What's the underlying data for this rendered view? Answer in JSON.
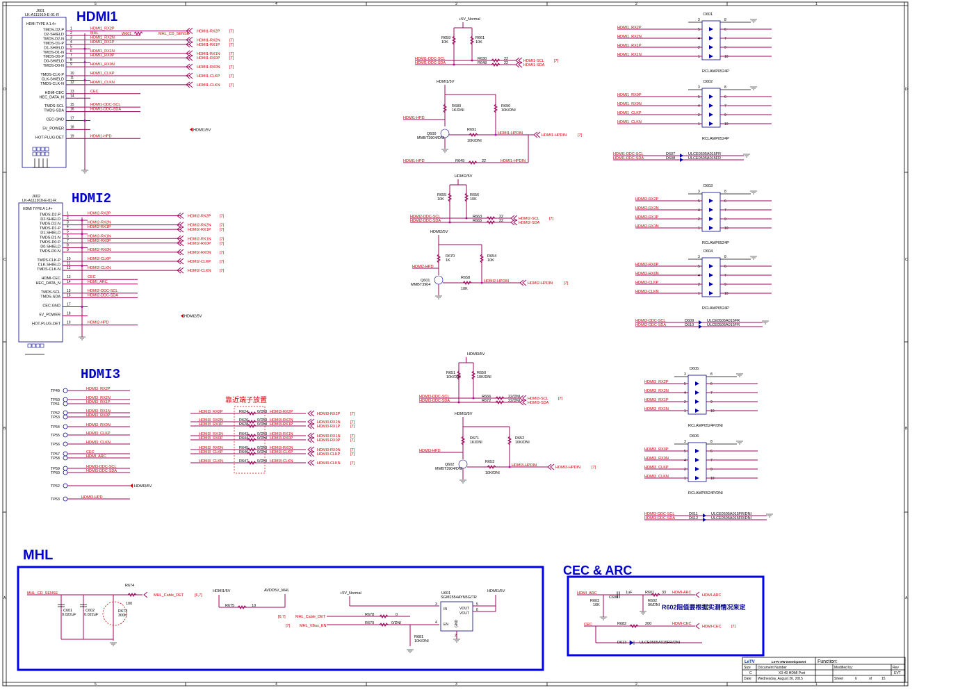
{
  "sections": {
    "hdmi1": "HDMI1",
    "hdmi2": "HDMI2",
    "hdmi3": "HDMI3",
    "mhl": "MHL",
    "cec_arc": "CEC & ARC"
  },
  "notes": {
    "near_connector": "靠近端子放置",
    "r602_note": "R602阻值要根据实测情况来定"
  },
  "border": {
    "top": [
      "5",
      "4",
      "3",
      "2",
      "1"
    ],
    "bottom": [
      "5",
      "4",
      "3",
      "2",
      "1"
    ],
    "left": [
      "D",
      "C",
      "B",
      "A"
    ],
    "right": [
      "D",
      "C",
      "B",
      "A"
    ]
  },
  "connectors": {
    "j601": {
      "ref": "J601",
      "part": "LK-A111910-E-01-R",
      "type": "HDMI TYPE A 1.4+",
      "pins": [
        {
          "n": "1",
          "name": "TMDS-D2-P",
          "net": "HDMI1_RX2P",
          "tag": "HDMI1-RX2P"
        },
        {
          "n": "2",
          "name": "D2-SHIELD",
          "net": "MHL",
          "tag": ""
        },
        {
          "n": "3",
          "name": "TMDS-D2-N",
          "net": "HDMI1_RX2N",
          "tag": "HDMI1-RX2N"
        },
        {
          "n": "4",
          "name": "TMDS-D1-P",
          "net": "HDMI1_RX1P",
          "tag": "HDMI1-RX1P"
        },
        {
          "n": "5",
          "name": "D1-SHIELD",
          "net": "",
          "tag": ""
        },
        {
          "n": "6",
          "name": "TMDS-D1-N",
          "net": "HDMI1_RX1N",
          "tag": "HDMI1-RX1N"
        },
        {
          "n": "7",
          "name": "TMDS-D0-P",
          "net": "HDMI1_RX0P",
          "tag": "HDMI1-RX0P"
        },
        {
          "n": "8",
          "name": "D0-SHIELD",
          "net": "",
          "tag": ""
        },
        {
          "n": "9",
          "name": "TMDS-D0-N",
          "net": "HDMI1_RX0N",
          "tag": "HDMI1-RX0N"
        },
        {
          "n": "10",
          "name": "TMDS-CLK-P",
          "net": "HDMI1_CLKP",
          "tag": "HDMI1-CLKP"
        },
        {
          "n": "11",
          "name": "CLK-SHIELD",
          "net": "",
          "tag": ""
        },
        {
          "n": "12",
          "name": "TMDS-CLK-N",
          "net": "HDMI1_CLKN",
          "tag": "HDMI1-CLKN"
        },
        {
          "n": "13",
          "name": "HDMI-CEC",
          "net": "CEC",
          "tag": ""
        },
        {
          "n": "14",
          "name": "HEC_DATA_N",
          "net": "",
          "tag": ""
        },
        {
          "n": "15",
          "name": "TMDS-SCL",
          "net": "HDMI1-DDC-SCL",
          "tag": ""
        },
        {
          "n": "16",
          "name": "TMDS-SDA",
          "net": "HDMI1-DDC-SDA",
          "tag": ""
        },
        {
          "n": "17",
          "name": "CEC-GND",
          "net": "",
          "tag": ""
        },
        {
          "n": "18",
          "name": "5V_POWER",
          "net": "",
          "tag": "HDMI1/5V"
        },
        {
          "n": "19",
          "name": "HOT-PLUG-DET",
          "net": "HDMI1-HPD",
          "tag": ""
        }
      ],
      "w601": "W601",
      "mhl_sense": "MHL_CD_SENSE",
      "ref7": "[7]"
    },
    "j602": {
      "ref": "J602",
      "part": "LK-A111910-E-01-R",
      "type": "HDMI TYPE A 1.4+",
      "pins": [
        {
          "n": "1",
          "name": "TMDS-D2-P",
          "net": "HDMI2-RX2P",
          "tag": "HDMI2-RX2P"
        },
        {
          "n": "2",
          "name": "D2-SHIELD",
          "net": "",
          "tag": ""
        },
        {
          "n": "3",
          "name": "TMDS-D2-N",
          "net": "HDMI2-RX2N",
          "tag": "HDMI2-RX2N"
        },
        {
          "n": "4",
          "name": "TMDS-D1-P",
          "net": "HDMI2-RX1P",
          "tag": "HDMI2-RX1P"
        },
        {
          "n": "5",
          "name": "D1-SHIELD",
          "net": "",
          "tag": ""
        },
        {
          "n": "6",
          "name": "TMDS-D1-N",
          "net": "HDMI2-RX1N",
          "tag": "HDMI2-RX1N"
        },
        {
          "n": "7",
          "name": "TMDS-D0-P",
          "net": "HDMI2-RX0P",
          "tag": "HDMI2-RX0P"
        },
        {
          "n": "8",
          "name": "D0-SHIELD",
          "net": "",
          "tag": ""
        },
        {
          "n": "9",
          "name": "TMDS-D0-N",
          "net": "HDMI2-RX0N",
          "tag": "HDMI2-RX0N"
        },
        {
          "n": "10",
          "name": "TMDS-CLK-P",
          "net": "HDMI2-CLKP",
          "tag": "HDMI2-CLKP"
        },
        {
          "n": "11",
          "name": "CLK-SHIELD",
          "net": "",
          "tag": ""
        },
        {
          "n": "12",
          "name": "TMDS-CLK-N",
          "net": "HDMI2-CLKN",
          "tag": "HDMI2-CLKN"
        },
        {
          "n": "13",
          "name": "HDMI-CEC",
          "net": "CEC",
          "tag": ""
        },
        {
          "n": "14",
          "name": "HEC_DATA_N",
          "net": "HDMI_ARC",
          "tag": ""
        },
        {
          "n": "15",
          "name": "TMDS-SCL",
          "net": "HDMI2-DDC-SCL",
          "tag": ""
        },
        {
          "n": "16",
          "name": "TMDS-SDA",
          "net": "HDMI2-DDC-SDA",
          "tag": ""
        },
        {
          "n": "17",
          "name": "CEC-GND",
          "net": "",
          "tag": ""
        },
        {
          "n": "18",
          "name": "5V_POWER",
          "net": "",
          "tag": "HDMI2/5V"
        },
        {
          "n": "19",
          "name": "HOT-PLUG-DET",
          "net": "HDMI2-HPD",
          "tag": ""
        }
      ],
      "ref7": "[7]"
    }
  },
  "hdmi3_testpoints": [
    {
      "tp": "TP49",
      "net": "HDMI3_RX2P"
    },
    {
      "tp": "TP50",
      "net": "HDMI3_RX2N"
    },
    {
      "tp": "TP51",
      "net": "HDMI3_RX1P"
    },
    {
      "tp": "TP52",
      "net": "HDMI3_RX1N"
    },
    {
      "tp": "TP53",
      "net": "HDMI3_RX0P"
    },
    {
      "tp": "TP54",
      "net": "HDMI3_RX0N"
    },
    {
      "tp": "TP55",
      "net": "HDMI3_CLKP"
    },
    {
      "tp": "TP56",
      "net": "HDMI3_CLKN"
    },
    {
      "tp": "TP57",
      "net": "CEC"
    },
    {
      "tp": "TP58",
      "net": "HDMI_ARC"
    },
    {
      "tp": "TP59",
      "net": "HDMI3-DDC-SCL"
    },
    {
      "tp": "TP60",
      "net": "HDMI3-DDC-SDA"
    },
    {
      "tp": "TP62",
      "net": "HDMI3/5V"
    },
    {
      "tp": "TP63",
      "net": "HDMI3-HPD"
    }
  ],
  "hdmi3_resistors": [
    {
      "in": "HDMI3_RX2P",
      "r": "R624",
      "v": "0/DNI",
      "out": "HDMI3-RX2P"
    },
    {
      "in": "HDMI3_RX2N",
      "r": "R626",
      "v": "0/DNI",
      "out": "HDMI3-RX2N"
    },
    {
      "in": "HDMI3_RX1P",
      "r": "R628",
      "v": "0/DNI",
      "out": "HDMI3-RX1P"
    },
    {
      "in": "HDMI3_RX1N",
      "r": "R643",
      "v": "0/DNI",
      "out": "HDMI3-RX1N"
    },
    {
      "in": "HDMI3_RX0P",
      "r": "R644",
      "v": "0/DNI",
      "out": "HDMI3-RX0P"
    },
    {
      "in": "HDMI3_RX0N",
      "r": "R645",
      "v": "0/DNI",
      "out": "HDMI3-RX0N"
    },
    {
      "in": "HDMI3_CLKP",
      "r": "R646",
      "v": "0/DNI",
      "out": "HDMI3-CLKP"
    },
    {
      "in": "HDMI3_CLKN",
      "r": "R647",
      "v": "0/DNI",
      "out": "HDMI3-CLKN"
    }
  ],
  "ddc_blocks": [
    {
      "rail": "+5V_Normal",
      "ra": "R659",
      "rav": "10K",
      "rb": "R661",
      "rbv": "10K",
      "scl": "HDMI1-DDC-SCL",
      "sda": "HDMI1-DDC-SDA",
      "rs1": "R630",
      "rs2": "R648",
      "rv": "22",
      "oscl": "HDMI1-SCL",
      "osda": "HDMI1-SDA",
      "ref": "[7]"
    },
    {
      "rail": "HDMI2/5V",
      "ra": "R655",
      "rav": "10K",
      "rb": "R656",
      "rbv": "10K",
      "scl": "HDMI2-DDC-SCL",
      "sda": "HDMI2-DDC-SDA",
      "rs1": "R663",
      "rs2": "R665",
      "rv": "22",
      "oscl": "HDMI2-SCL",
      "osda": "HDMI2-SDA",
      "ref": "[7]"
    },
    {
      "rail": "HDMI3/5V",
      "ra": "R651",
      "rav": "10K/DNI",
      "rb": "R650",
      "rbv": "10K/DNI",
      "scl": "HDMI3-DDC-SCL",
      "sda": "HDMI3-DDC-SDA",
      "rs1": "R666",
      "rs2": "R672",
      "rv": "22/DNI",
      "oscl": "HDMI3-SCL",
      "osda": "HDMI3-SDA",
      "ref": "[7]"
    }
  ],
  "hpd_blocks": [
    {
      "rail": "HDMI1/5V",
      "r1": "R680",
      "r1v": "1K/DNI",
      "r2": "R690",
      "r2v": "10K/DNI",
      "hpd": "HDMI1-HPD",
      "q": "Q600",
      "qp": "MMBT3904/DNI",
      "rb": "R691",
      "rbv": "10K/DNI",
      "out": "HDMI1-HPDIN",
      "tag": "HDMI1-HPDIN",
      "ref": "[7]",
      "rx": "R649",
      "rxv": "22"
    },
    {
      "rail": "HDMI2/5V",
      "r1": "R670",
      "r1v": "1K",
      "r2": "R654",
      "r2v": "10K",
      "hpd": "HDMI2-HPD",
      "q": "Q601",
      "qp": "MMBT3904",
      "rb": "R658",
      "rbv": "10K",
      "out": "HDMI2-HPDIN",
      "tag": "HDMI2-HPDIN",
      "ref": "[7]"
    },
    {
      "rail": "HDMI3/5V",
      "r1": "R671",
      "r1v": "1K/DNI",
      "r2": "R652",
      "r2v": "10K/DNI",
      "hpd": "HDMI3-HPD",
      "q": "Q602",
      "qp": "MMBT3904/DNI",
      "rb": "R653",
      "rbv": "10K/DNI",
      "out": "HDMI3-HPDIN",
      "tag": "HDMI3-HPDIN",
      "ref": "[7]"
    }
  ],
  "tvs_arrays": [
    {
      "ref": "D601",
      "part": "RCLAMP0524P",
      "nets": [
        "HDMI1_RX2P",
        "HDMI1_RX2N",
        "HDMI1_RX1P",
        "HDMI1_RX1N"
      ]
    },
    {
      "ref": "D602",
      "part": "RCLAMP0524P",
      "nets": [
        "HDMI1_RX0P",
        "HDMI1_RX0N",
        "HDMI1_CLKP",
        "HDMI1_CLKN"
      ]
    },
    {
      "ref": "D603",
      "part": "RCLAMP0524P",
      "nets": [
        "HDMI2-RX2P",
        "HDMI2-RX2N",
        "HDMI2-RX1P",
        "HDMI2-RX1N"
      ]
    },
    {
      "ref": "D604",
      "part": "RCLAMP0524P",
      "nets": [
        "HDMI2-RX0P",
        "HDMI2-RX0N",
        "HDMI2-CLKP",
        "HDMI2-CLKN"
      ]
    },
    {
      "ref": "D605",
      "part": "RCLAMP0524P/DNI",
      "nets": [
        "HDMI3_RX2P",
        "HDMI3_RX2N",
        "HDMI3_RX1P",
        "HDMI3_RX1N"
      ]
    },
    {
      "ref": "D606",
      "part": "RCLAMP0524P/DNI",
      "nets": [
        "HDMI3_RX0P",
        "HDMI3_RX0N",
        "HDMI3_CLKP",
        "HDMI3_CLKN"
      ]
    }
  ],
  "tvs_pins": {
    "left": [
      "5",
      "4",
      "2",
      "1"
    ],
    "right": [
      "6",
      "7",
      "9",
      "10"
    ],
    "top_l": "3",
    "top_r": "8"
  },
  "esd_pairs": [
    {
      "scl": "HDMI1-DDC-SCL",
      "sda": "HDMI1-DDC-SDA",
      "d1": "D607",
      "d2": "D608",
      "part": "ULCE0505A015FR"
    },
    {
      "scl": "HDMI2-DDC-SCL",
      "sda": "HDMI2-DDC-SDA",
      "d1": "D609",
      "d2": "D610",
      "part": "ULCE0505A015FR"
    },
    {
      "scl": "HDMI3-DDC-SCL",
      "sda": "HDMI3-DDC-SDA",
      "d1": "D611",
      "d2": "D612",
      "part": "ULCE0505A015FR/DNI"
    }
  ],
  "mhl": {
    "sense": "MHL_CD_SENSE",
    "r674": "R674",
    "cable_det": "MHL_Cable_DET",
    "ref67": "[6,7]",
    "c601": "C601",
    "c601v": "0.022uF",
    "c602": "C602",
    "c602v": "0.022uF",
    "r673": "R673",
    "r673v": "300K",
    "r673t": "100",
    "hdmi1_5v": "HDMI1/5V",
    "r675": "R675",
    "r675v": "10",
    "avdd": "AVDD5V_MHL",
    "plus5v": "+5V_Normal",
    "u601": "U601",
    "u601p": "SGM2554AYN5G/TR",
    "pin_in": "IN",
    "pin_en": "EN",
    "pin_vout1": "VOUT",
    "pin_vout2": "VOUT",
    "pin_gnd": "GND",
    "pn3": "3",
    "pn4": "4",
    "pn5": "5",
    "pn6": "6",
    "pn2": "2",
    "out5v": "HDMI1/5V",
    "r678": "R678",
    "r678v": "0",
    "r679": "R679",
    "r679v": "0/DNI",
    "cable_det2": "MHL_Cable_DET",
    "vbus_en": "MHL_VBus_EN",
    "ref67b": "[6,7]",
    "ref7b": "[7]",
    "r681": "R681",
    "r681v": "10K/DNI"
  },
  "cec_arc": {
    "arc_in": "HDMI_ARC",
    "c600": "C600",
    "c600v": "1uF",
    "r601": "R601",
    "r601v": "33",
    "arc_out": "HDMI-ARC",
    "arc_tag": "HDMI-ARC",
    "r603": "R603",
    "r603v": "10K",
    "r602": "R602",
    "r602v": "96/DNI",
    "cec": "CEC",
    "r682": "R682",
    "r682v": "200",
    "cec_out": "HDMI-CEC",
    "cec_tag": "HDMI-CEC",
    "ref": "[7]",
    "d613": "D613",
    "d613p": "ULCE0505A015FR/DNI"
  },
  "title_block": {
    "brand": "LeTV",
    "company": "LeTV HW Development",
    "function": "Function:",
    "size_label": "Size",
    "size": "C",
    "doc_label": "Document Number",
    "doc": "X3-40 HDMI Port",
    "date_label": "Date:",
    "date": "Wednesday, August 26, 2015",
    "mod_label": "Modified by:",
    "rev_label": "Rev",
    "rev": "EVT",
    "sheet_label": "Sheet",
    "sheet": "6",
    "of": "of",
    "total": "15"
  }
}
